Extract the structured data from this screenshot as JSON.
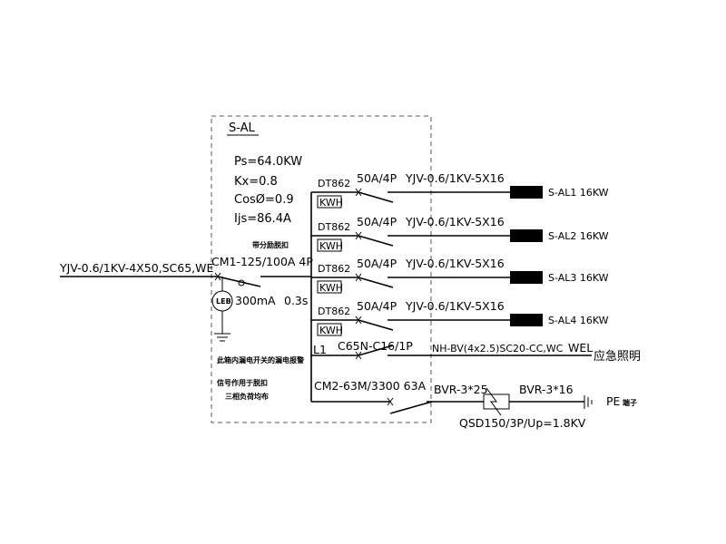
{
  "panel": {
    "name": "S-AL",
    "params": {
      "ps": "Ps=64.0KW",
      "kx": "Kx=0.8",
      "cos": "CosØ=0.9",
      "ijs": "Ijs=86.4A"
    }
  },
  "incoming": {
    "cable": "YJV-0.6/1KV-4X50,SC65,WE",
    "breaker": "CM1-125/100A  4P",
    "breaker_note": "带分励脱扣",
    "leakage": "300mA",
    "time": "0.3s",
    "leb_label": "LEB"
  },
  "notes": {
    "line1": "此箱内漏电开关的漏电报警",
    "line2": "信号作用于脱扣",
    "line3": "三相负荷均布"
  },
  "branches": [
    {
      "meter": "DT862",
      "kwh": "KWH",
      "breaker": "50A/4P",
      "cable": "YJV-0.6/1KV-5X16",
      "target": "S-AL1  16KW"
    },
    {
      "meter": "DT862",
      "kwh": "KWH",
      "breaker": "50A/4P",
      "cable": "YJV-0.6/1KV-5X16",
      "target": "S-AL2  16KW"
    },
    {
      "meter": "DT862",
      "kwh": "KWH",
      "breaker": "50A/4P",
      "cable": "YJV-0.6/1KV-5X16",
      "target": "S-AL3  16KW"
    },
    {
      "meter": "DT862",
      "kwh": "KWH",
      "breaker": "50A/4P",
      "cable": "YJV-0.6/1KV-5X16",
      "target": "S-AL4  16KW"
    }
  ],
  "emergency": {
    "phase": "L1",
    "breaker": "C65N-C16/1P",
    "cable": "NH-BV(4x2.5)SC20-CC,WC",
    "tag": "WEL",
    "target": "应急照明"
  },
  "spd": {
    "breaker": "CM2-63M/3300  63A",
    "cable1": "BVR-3*25",
    "cable2": "BVR-3*16",
    "device": "QSD150/3P/Up=1.8KV",
    "pe": "PE",
    "pe_suffix": "端子"
  }
}
